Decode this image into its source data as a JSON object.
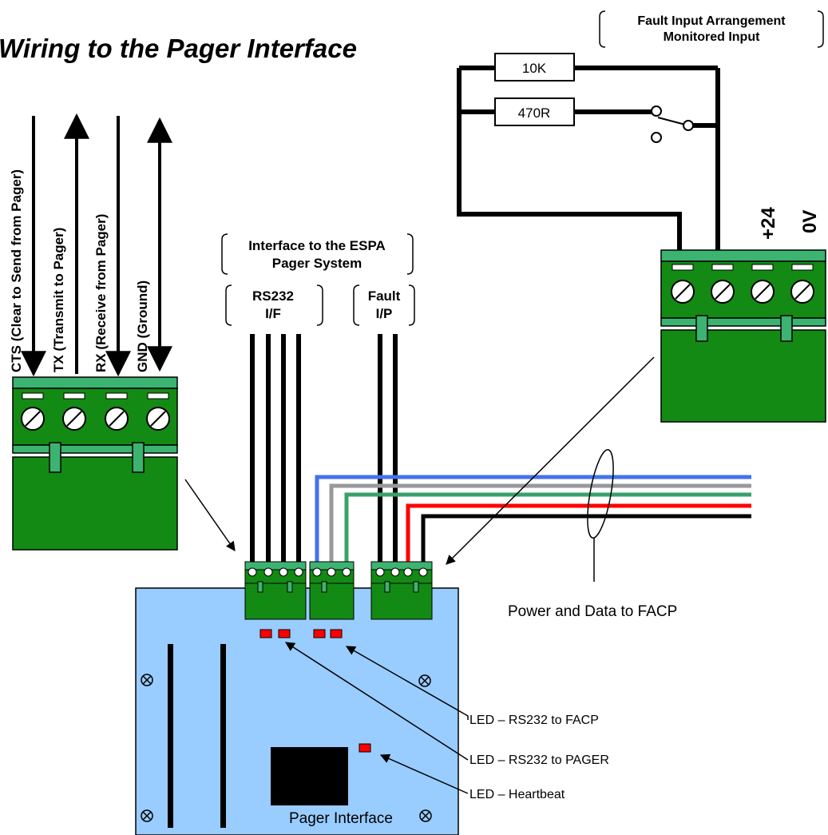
{
  "title": "Wiring to the Pager Interface",
  "fault_input": {
    "heading_line1": "Fault Input Arrangement",
    "heading_line2": "Monitored Input",
    "resistor1": "10K",
    "resistor2": "470R",
    "terminal_plus": "+24",
    "terminal_zero": "0V"
  },
  "pager_terminal": {
    "wires": [
      {
        "label": "CTS (Clear to Send from Pager)",
        "direction": "down"
      },
      {
        "label": "TX (Transmit to Pager)",
        "direction": "up"
      },
      {
        "label": "RX (Receive from Pager)",
        "direction": "down"
      },
      {
        "label": "GND (Ground)",
        "direction": "both"
      }
    ]
  },
  "interface": {
    "heading_line1": "Interface to the ESPA",
    "heading_line2": "Pager System",
    "rs232_line1": "RS232",
    "rs232_line2": "I/F",
    "fault_line1": "Fault",
    "fault_line2": "I/P"
  },
  "board": {
    "label": "Pager Interface",
    "power_label": "Power and Data to FACP",
    "led_rs232_facp": "LED – RS232 to FACP",
    "led_rs232_pager": "LED – RS232 to PAGER",
    "led_heartbeat": "LED – Heartbeat"
  },
  "colors": {
    "terminal_green": "#138a13",
    "terminal_light": "#3cb371",
    "board_blue": "#99ccff",
    "wire_blue": "#4472ee",
    "wire_grey": "#999999",
    "wire_green": "#3aa06a",
    "wire_red": "#ff0000",
    "led_red": "#ff0000"
  }
}
